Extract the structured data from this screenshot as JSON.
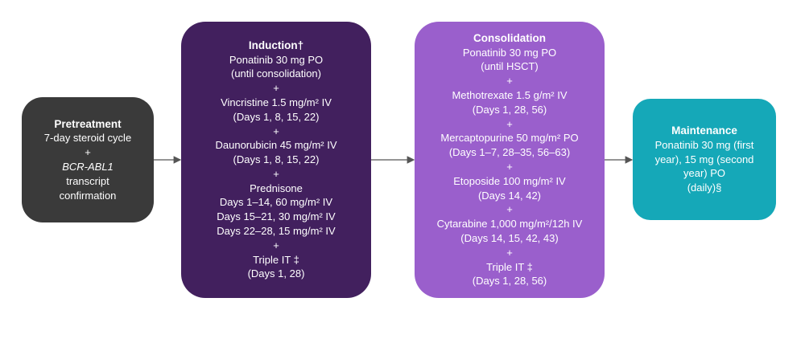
{
  "pretreatment": {
    "lines": [
      {
        "text": "Pretreatment",
        "style": "title"
      },
      {
        "text": "7-day steroid cycle",
        "style": ""
      },
      {
        "text": "+",
        "style": ""
      },
      {
        "text": "BCR-ABL1",
        "style": "italic"
      },
      {
        "text": "transcript",
        "style": ""
      },
      {
        "text": "confirmation",
        "style": ""
      }
    ]
  },
  "induction": {
    "lines": [
      {
        "text": "Induction†",
        "style": "title"
      },
      {
        "text": "Ponatinib 30 mg PO",
        "style": ""
      },
      {
        "text": "(until consolidation)",
        "style": ""
      },
      {
        "text": "+",
        "style": ""
      },
      {
        "text": "Vincristine 1.5 mg/m² IV",
        "style": ""
      },
      {
        "text": "(Days 1, 8, 15, 22)",
        "style": ""
      },
      {
        "text": "+",
        "style": ""
      },
      {
        "text": "Daunorubicin 45 mg/m²  IV",
        "style": ""
      },
      {
        "text": "(Days 1, 8, 15, 22)",
        "style": ""
      },
      {
        "text": "+",
        "style": ""
      },
      {
        "text": "Prednisone",
        "style": ""
      },
      {
        "text": "Days 1–14, 60 mg/m² IV",
        "style": ""
      },
      {
        "text": "Days 15–21, 30 mg/m² IV",
        "style": ""
      },
      {
        "text": "Days 22–28, 15 mg/m² IV",
        "style": ""
      },
      {
        "text": "+",
        "style": ""
      },
      {
        "text": "Triple IT ‡",
        "style": ""
      },
      {
        "text": "(Days 1, 28)",
        "style": ""
      }
    ]
  },
  "consolidation": {
    "lines": [
      {
        "text": "Consolidation",
        "style": "title"
      },
      {
        "text": "Ponatinib 30 mg PO",
        "style": ""
      },
      {
        "text": "(until HSCT)",
        "style": ""
      },
      {
        "text": "+",
        "style": ""
      },
      {
        "text": "Methotrexate 1.5 g/m² IV",
        "style": ""
      },
      {
        "text": "(Days 1, 28, 56)",
        "style": ""
      },
      {
        "text": "+",
        "style": ""
      },
      {
        "text": "Mercaptopurine 50 mg/m² PO",
        "style": ""
      },
      {
        "text": "(Days 1–7, 28–35, 56–63)",
        "style": ""
      },
      {
        "text": "+",
        "style": ""
      },
      {
        "text": "Etoposide 100 mg/m² IV",
        "style": ""
      },
      {
        "text": "(Days 14, 42)",
        "style": ""
      },
      {
        "text": "+",
        "style": ""
      },
      {
        "text": "Cytarabine 1,000 mg/m²/12h IV",
        "style": ""
      },
      {
        "text": "(Days 14, 15, 42, 43)",
        "style": ""
      },
      {
        "text": "+",
        "style": ""
      },
      {
        "text": "Triple IT ‡",
        "style": ""
      },
      {
        "text": "(Days 1, 28, 56)",
        "style": ""
      }
    ]
  },
  "maintenance": {
    "lines": [
      {
        "text": "Maintenance",
        "style": "title"
      },
      {
        "text": "Ponatinib 30 mg (first",
        "style": ""
      },
      {
        "text": "year), 15 mg (second",
        "style": ""
      },
      {
        "text": "year) PO",
        "style": ""
      },
      {
        "text": "(daily)§",
        "style": ""
      }
    ]
  },
  "colors": {
    "pretreatment": "#3a3a3a",
    "induction": "#42205e",
    "consolidation": "#9a5fcc",
    "maintenance": "#15a8b8",
    "arrow": "#555555"
  }
}
